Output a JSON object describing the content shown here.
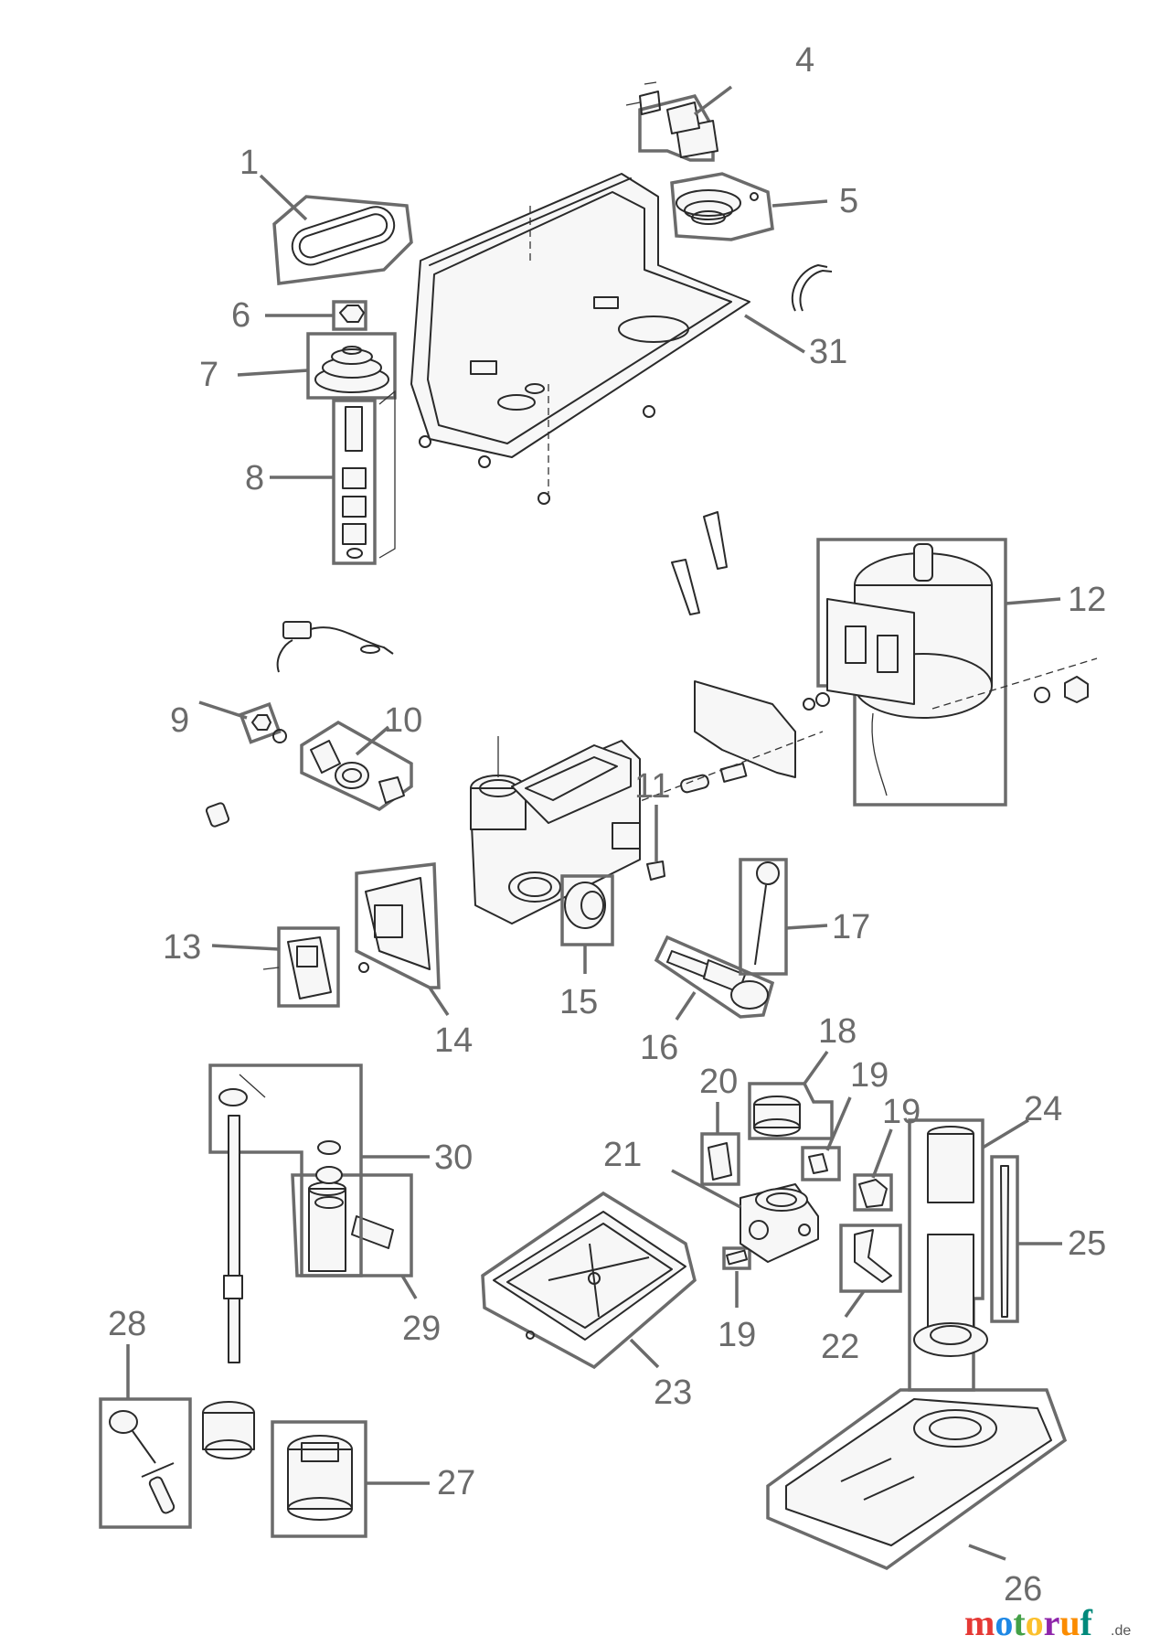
{
  "parts": [
    {
      "id": "p1",
      "label": "1"
    },
    {
      "id": "p4",
      "label": "4"
    },
    {
      "id": "p5",
      "label": "5"
    },
    {
      "id": "p6",
      "label": "6"
    },
    {
      "id": "p7",
      "label": "7"
    },
    {
      "id": "p8",
      "label": "8"
    },
    {
      "id": "p31",
      "label": "31"
    },
    {
      "id": "p12",
      "label": "12"
    },
    {
      "id": "p9",
      "label": "9"
    },
    {
      "id": "p10",
      "label": "10"
    },
    {
      "id": "p11",
      "label": "11"
    },
    {
      "id": "p13",
      "label": "13"
    },
    {
      "id": "p14",
      "label": "14"
    },
    {
      "id": "p15",
      "label": "15"
    },
    {
      "id": "p16",
      "label": "16"
    },
    {
      "id": "p17",
      "label": "17"
    },
    {
      "id": "p18",
      "label": "18"
    },
    {
      "id": "p19a",
      "label": "19"
    },
    {
      "id": "p19b",
      "label": "19"
    },
    {
      "id": "p19c",
      "label": "19"
    },
    {
      "id": "p20",
      "label": "20"
    },
    {
      "id": "p21",
      "label": "21"
    },
    {
      "id": "p22",
      "label": "22"
    },
    {
      "id": "p23",
      "label": "23"
    },
    {
      "id": "p24",
      "label": "24"
    },
    {
      "id": "p25",
      "label": "25"
    },
    {
      "id": "p26",
      "label": "26"
    },
    {
      "id": "p27",
      "label": "27"
    },
    {
      "id": "p28",
      "label": "28"
    },
    {
      "id": "p29",
      "label": "29"
    },
    {
      "id": "p30",
      "label": "30"
    }
  ],
  "watermark": {
    "text": "motoruf",
    "suffix": ".de"
  },
  "colors": {
    "label": "#6b6b6b",
    "line": "#2a2a2a",
    "brand_m": "#e53935",
    "brand_o": "#1e88e5",
    "brand_t": "#43a047",
    "brand_o2": "#fbc02d",
    "brand_r": "#8e24aa",
    "brand_u": "#fb8c00",
    "brand_f": "#00897b"
  }
}
